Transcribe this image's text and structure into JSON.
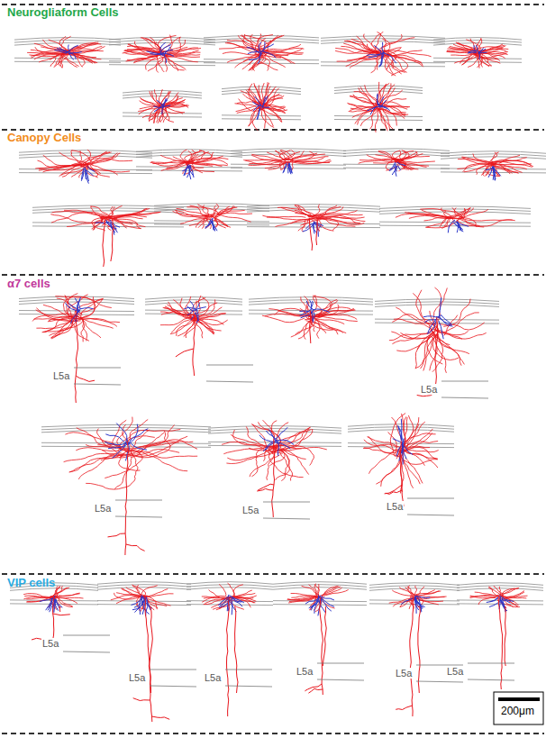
{
  "diagram": {
    "labels": [
      "Neurogliaform Cells",
      "Canopy Cells",
      "α7 cells",
      "VIP cells",
      "L5a",
      "L5a",
      "L5a",
      "L5a",
      "L5a",
      "L5a",
      "L5a",
      "L5a",
      "L5a",
      "L5a",
      "L5a",
      "200μm"
    ]
  }
}
